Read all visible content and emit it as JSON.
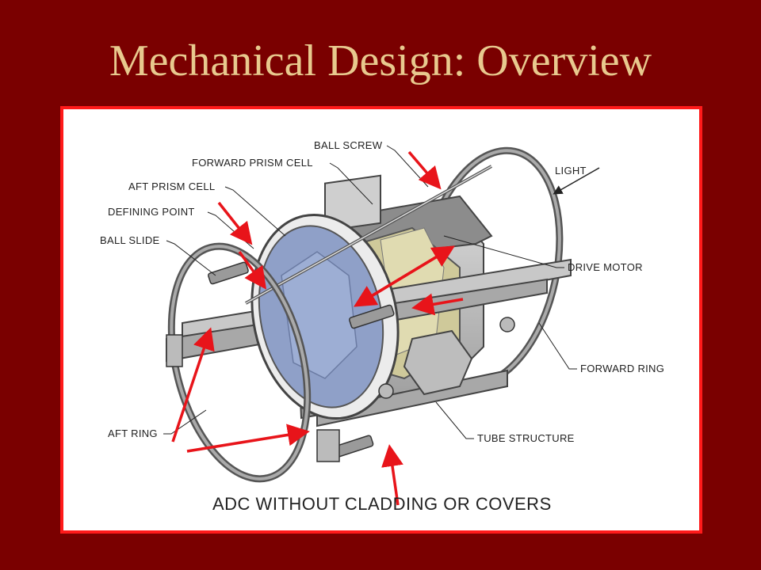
{
  "slide": {
    "title": "Mechanical Design: Overview"
  },
  "figure": {
    "caption": "ADC WITHOUT CLADDING OR COVERS",
    "light_label": "LIGHT",
    "labels": {
      "ball_screw": "BALL SCREW",
      "forward_prism_cell": "FORWARD PRISM CELL",
      "aft_prism_cell": "AFT PRISM CELL",
      "defining_point": "DEFINING POINT",
      "ball_slide": "BALL SLIDE",
      "drive_motor": "DRIVE MOTOR",
      "forward_ring": "FORWARD RING",
      "aft_ring": "AFT RING",
      "tube_structure": "TUBE STRUCTURE"
    }
  },
  "colors": {
    "background": "#7a0000",
    "title": "#e8c98e",
    "frame_border": "#ff1a1a",
    "arrow": "#e8141a",
    "aft_prism": "#8fa0c8",
    "forward_prism": "#cfc99a",
    "structure": "#bdbdbd"
  }
}
